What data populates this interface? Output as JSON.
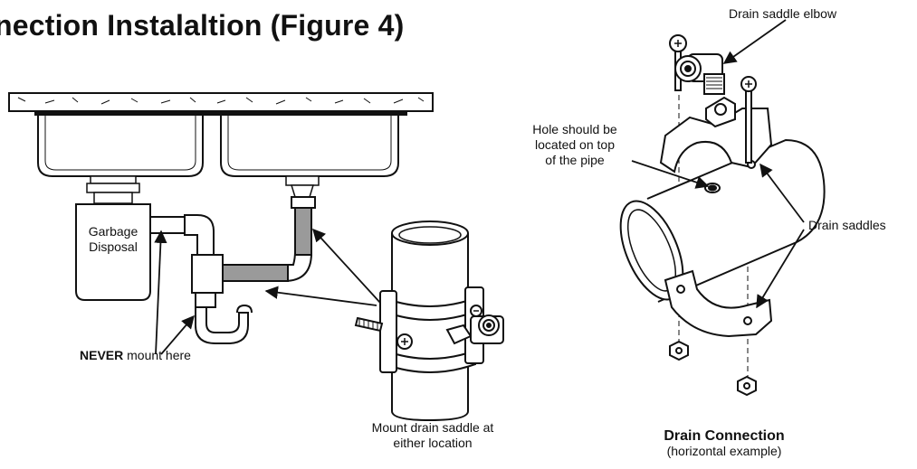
{
  "title": "nection Instalaltion (Figure 4)",
  "labels": {
    "garbage_disposal_line1": "Garbage",
    "garbage_disposal_line2": "Disposal",
    "never_bold": "NEVER",
    "never_rest": " mount here",
    "mount_line1": "Mount drain saddle at",
    "mount_line2": "either location",
    "elbow": "Drain saddle elbow",
    "hole_line1": "Hole should be",
    "hole_line2": "located on top",
    "hole_line3": "of the pipe",
    "saddles": "Drain saddles",
    "caption_title": "Drain Connection",
    "caption_sub": "(horizontal example)"
  }
}
